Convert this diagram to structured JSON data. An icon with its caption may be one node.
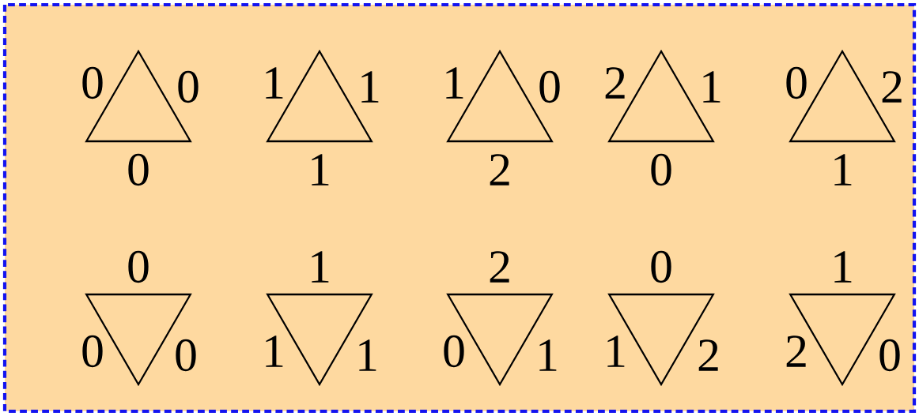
{
  "diagram": {
    "nodes": [
      {
        "text": [],
        "shape": "triangle",
        "beside": [
          "0",
          "0",
          "0"
        ]
      },
      {
        "text": [],
        "shape": "triangle",
        "beside": [
          "1",
          "1",
          "1"
        ]
      },
      {
        "text": [],
        "shape": "triangle",
        "beside": [
          "1",
          "0",
          "2"
        ]
      },
      {
        "text": [],
        "shape": "triangle",
        "beside": [
          "2",
          "1",
          "0"
        ]
      },
      {
        "text": [],
        "shape": "triangle",
        "beside": [
          "0",
          "2",
          "1"
        ]
      },
      {
        "text": [],
        "shape": "inverted-triangle",
        "beside": [
          "0",
          "0",
          "0"
        ]
      },
      {
        "text": [],
        "shape": "inverted-triangle",
        "beside": [
          "1",
          "1",
          "1"
        ]
      },
      {
        "text": [],
        "shape": "inverted-triangle",
        "beside": [
          "2",
          "0",
          "1"
        ]
      },
      {
        "text": [],
        "shape": "inverted-triangle",
        "beside": [
          "0",
          "1",
          "2"
        ]
      },
      {
        "text": [],
        "shape": "inverted-triangle",
        "beside": [
          "1",
          "2",
          "0"
        ]
      }
    ]
  }
}
